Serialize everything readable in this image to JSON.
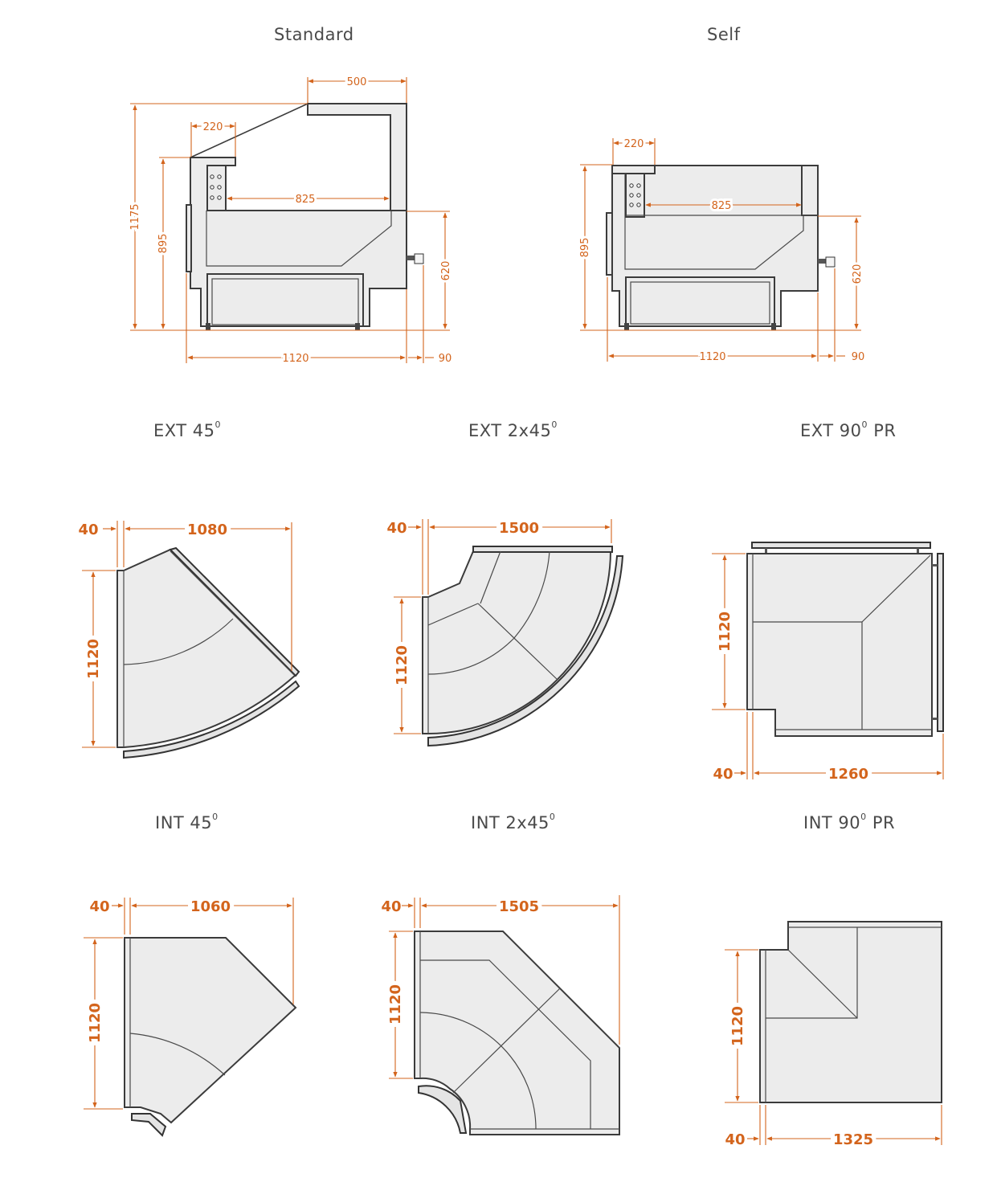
{
  "titles": {
    "standard": "Standard",
    "self": "Self",
    "ext45": "EXT 45",
    "ext2x45": "EXT 2x45",
    "ext90": "EXT 90",
    "ext90_suffix": "PR",
    "int45": "INT 45",
    "int2x45": "INT 2x45",
    "int90": "INT 90",
    "int90_suffix": "PR",
    "degree_mark": "0"
  },
  "standard": {
    "d500": "500",
    "d220": "220",
    "d825": "825",
    "d1175": "1175",
    "d895": "895",
    "d620": "620",
    "d1120": "1120",
    "d90": "90"
  },
  "self": {
    "d220": "220",
    "d825": "825",
    "d895": "895",
    "d620": "620",
    "d1120": "1120",
    "d90": "90"
  },
  "ext45": {
    "d40": "40",
    "d1080": "1080",
    "d1120": "1120"
  },
  "ext2x45": {
    "d40": "40",
    "d1500": "1500",
    "d1120": "1120"
  },
  "ext90": {
    "d1120": "1120",
    "d40": "40",
    "d1260": "1260"
  },
  "int45": {
    "d40": "40",
    "d1060": "1060",
    "d1120": "1120"
  },
  "int2x45": {
    "d40": "40",
    "d1505": "1505",
    "d1120": "1120"
  },
  "int90": {
    "d1120": "1120",
    "d40": "40",
    "d1325": "1325"
  },
  "colors": {
    "dimension": "#d3641c",
    "outline": "#333333",
    "fill": "#ececec",
    "title": "#4a4a4a"
  }
}
